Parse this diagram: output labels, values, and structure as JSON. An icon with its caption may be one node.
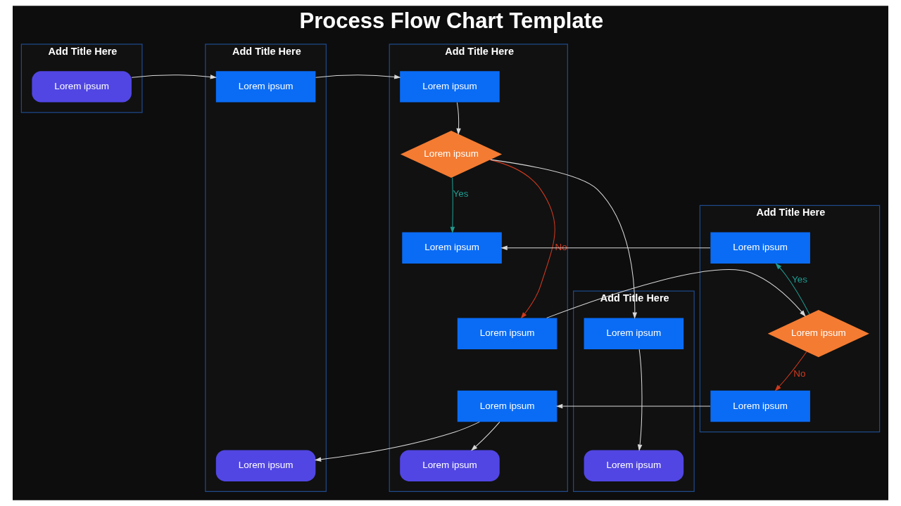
{
  "diagram": {
    "title": "Process Flow Chart Template",
    "nodes": [
      {
        "text": [
          "Add Title Here"
        ]
      },
      {
        "text": [
          "Add Title Here"
        ]
      },
      {
        "text": [
          "Add Title Here"
        ]
      },
      {
        "text": [
          "Add Title Here"
        ]
      },
      {
        "text": [
          "Add Title Here"
        ]
      },
      {
        "text": [
          "Lorem ipsum"
        ],
        "in": 0
      },
      {
        "text": [
          "Lorem ipsum"
        ],
        "in": 1
      },
      {
        "text": [
          "Lorem ipsum"
        ],
        "in": 1
      },
      {
        "text": [
          "Lorem ipsum"
        ],
        "in": 2
      },
      {
        "text": [
          "Lorem ipsum"
        ],
        "in": 2
      },
      {
        "text": [
          "Lorem ipsum"
        ],
        "in": 2
      },
      {
        "text": [
          "Lorem ipsum"
        ],
        "in": 2
      },
      {
        "text": [
          "Lorem ipsum"
        ],
        "in": 2
      },
      {
        "text": [
          "Lorem ipsum"
        ],
        "in": 2
      },
      {
        "text": [
          "Lorem ipsum"
        ],
        "in": 3
      },
      {
        "text": [
          "Lorem ipsum"
        ],
        "in": 3
      },
      {
        "text": [
          "Lorem ipsum"
        ],
        "in": 3
      },
      {
        "text": [
          "Lorem ipsum"
        ],
        "in": 4
      },
      {
        "text": [
          "Lorem ipsum"
        ],
        "in": 4
      }
    ],
    "edges": [
      {
        "from": 5,
        "to": 6,
        "arrow": "to"
      },
      {
        "from": 6,
        "to": 8,
        "arrow": "to"
      },
      {
        "from": 8,
        "to": 9,
        "arrow": "to"
      },
      {
        "from": 9,
        "to": 10,
        "arrow": "to",
        "label": "Yes",
        "color": "#1f9e93"
      },
      {
        "from": 9,
        "to": 11,
        "arrow": "to",
        "label": "No",
        "color": "#d13a1f"
      },
      {
        "from": 9,
        "to": 17,
        "arrow": "to"
      },
      {
        "from": 14,
        "to": 10,
        "arrow": "to"
      },
      {
        "from": 11,
        "to": 15,
        "arrow": "to"
      },
      {
        "from": 15,
        "to": 14,
        "arrow": "to",
        "label": "Yes",
        "color": "#1f9e93"
      },
      {
        "from": 15,
        "to": 16,
        "arrow": "to",
        "label": "No",
        "color": "#d13a1f"
      },
      {
        "from": 16,
        "to": 12,
        "arrow": "to"
      },
      {
        "from": 12,
        "to": 7,
        "arrow": "to"
      },
      {
        "from": 12,
        "to": 13,
        "arrow": "to"
      },
      {
        "from": 17,
        "to": 18,
        "arrow": "to"
      }
    ]
  }
}
